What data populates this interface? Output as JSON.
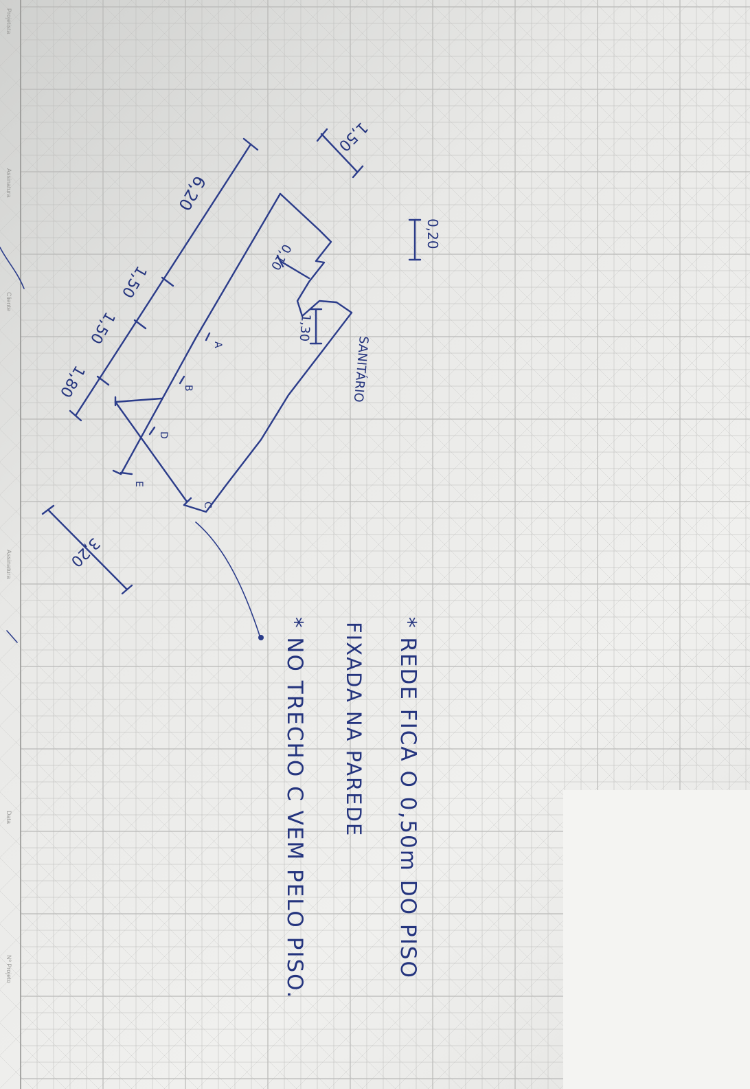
{
  "sheet": {
    "form_labels": [
      "Projetista",
      "Assinatura",
      "Cliente",
      "Assinatura",
      "Data",
      "Nº Projeto"
    ]
  },
  "sketch": {
    "dimensions": [
      "1,50",
      "0,20",
      "6,20",
      "1,50",
      "1,50",
      "1,80",
      "0,10",
      "1,30",
      "3,20"
    ],
    "points": [
      "A",
      "B",
      "D",
      "E",
      "C"
    ],
    "annotation": "SANITÁRIO"
  },
  "notes": [
    "* REDE FICA O 0,50m DO PISO",
    "FIXADA NA PAREDE",
    "* NO TRECHO C VEM PELO PISO."
  ],
  "colors": {
    "ink": "#2b3c8a",
    "grid": "#b9b9b7",
    "paper": "#ececea"
  }
}
